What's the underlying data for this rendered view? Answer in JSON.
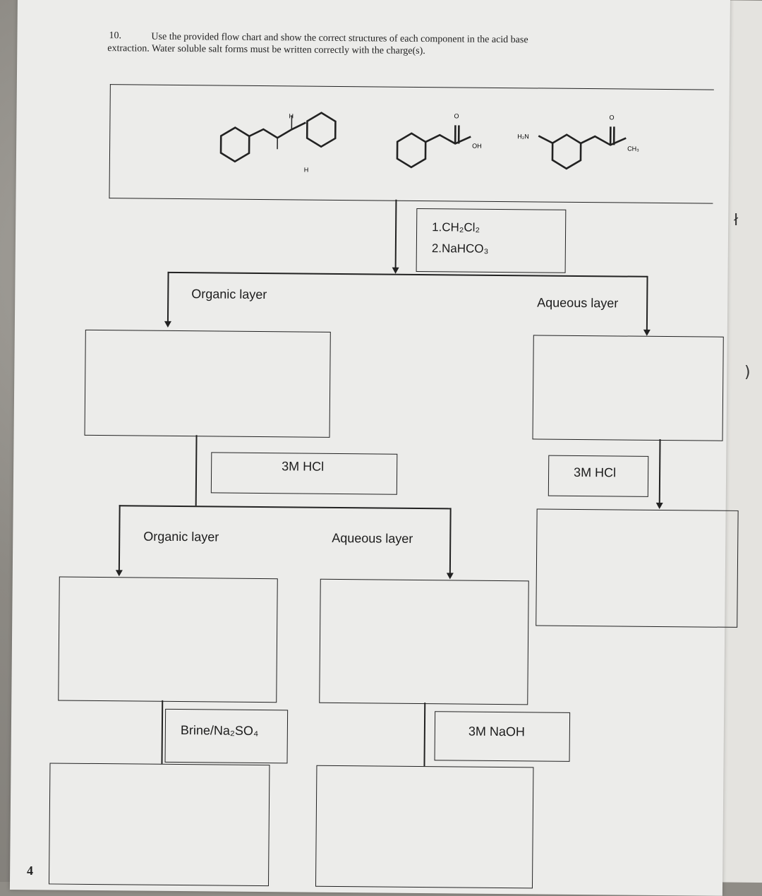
{
  "question": {
    "number": "10.",
    "line1": "Use the provided flow chart and show the correct structures of each component in the acid base",
    "line2": "extraction. Water soluble salt forms must be written correctly with the charge(s)."
  },
  "structures": {
    "stilbene_h_top": "H",
    "stilbene_h_bottom": "H",
    "benzoic_oh": "OH",
    "benzoic_o": "O",
    "amine_nh2": "H₂N",
    "amine_ch3": "CH₃",
    "amine_o": "O"
  },
  "reagents1": {
    "line1": "1.CH₂Cl₂",
    "line2": "2.NaHCO₃"
  },
  "labels": {
    "organic_layer_1": "Organic layer",
    "aqueous_layer_1": "Aqueous layer",
    "acid_left": "3M HCl",
    "acid_right": "3M HCl",
    "organic_layer_2": "Organic layer",
    "aqueous_layer_2": "Aqueous layer",
    "brine": "Brine/Na₂SO₄",
    "base": "3M NaOH"
  },
  "page_number": "4"
}
